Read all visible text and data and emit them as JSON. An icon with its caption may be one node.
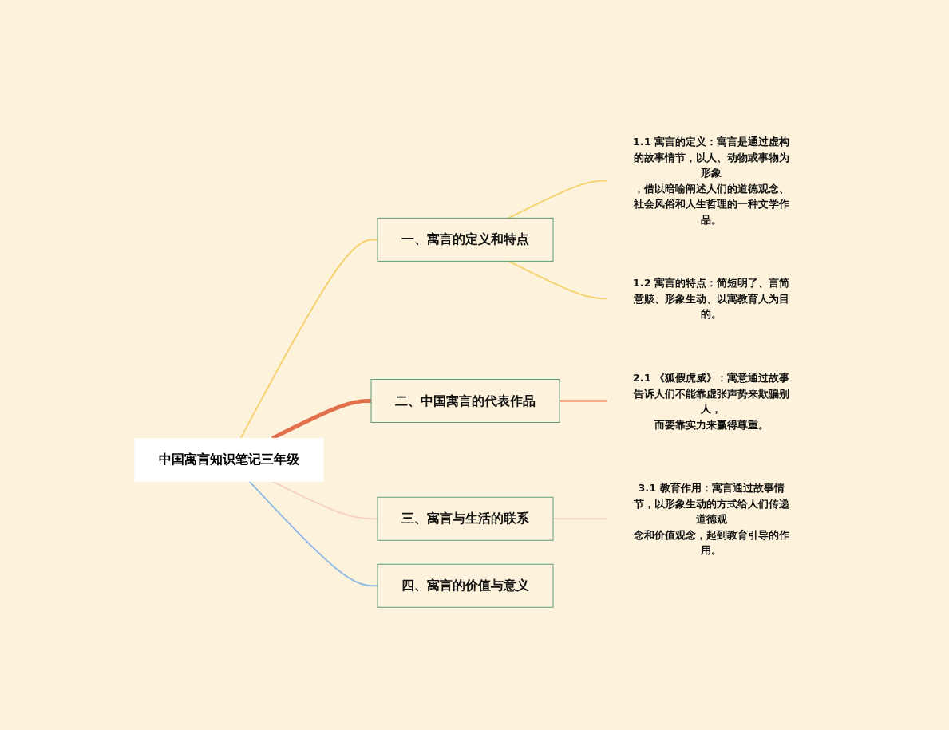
{
  "diagram": {
    "nodes": [
      {
        "text": [
          "中国寓言知识笔记三年级"
        ]
      },
      {
        "text": [
          "一、寓言的定义和特点"
        ]
      },
      {
        "text": [
          "二、中国寓言的代表作品"
        ]
      },
      {
        "text": [
          "三、寓言与生活的联系"
        ]
      },
      {
        "text": [
          "四、寓言的价值与意义"
        ]
      },
      {
        "text": [
          "1.1 寓言的定义：寓言是通过虚构的故事情节，以人、动物或事物为形象，借以暗喻阐述人们的道德观念、社会风俗和人生哲理的一种文学作品。"
        ]
      },
      {
        "text": [
          "1.2 寓言的特点：简短明了、言简意赅、形象生动、以寓教育人为目的。"
        ]
      },
      {
        "text": [
          "2.1 《狐假虎威》：寓意通过故事告诉人们不能靠虚张声势来欺骗别人，而要靠实力来赢得尊重。"
        ]
      },
      {
        "text": [
          "3.1 教育作用：寓言通过故事情节，以形象生动的方式给人们传递道德观念和价值观念，起到教育引导的作用。"
        ]
      }
    ],
    "edges": [
      {
        "from": 0,
        "to": 1,
        "arrow": "none",
        "color": "#f7d272"
      },
      {
        "from": 0,
        "to": 2,
        "arrow": "none",
        "style": "thick",
        "color": "#e2714b"
      },
      {
        "from": 0,
        "to": 3,
        "arrow": "none",
        "color": "#f6d3c4"
      },
      {
        "from": 0,
        "to": 4,
        "arrow": "none",
        "color": "#94bbe3"
      },
      {
        "from": 1,
        "to": 5,
        "arrow": "none",
        "color": "#f7d272"
      },
      {
        "from": 1,
        "to": 6,
        "arrow": "none",
        "color": "#f7d272"
      },
      {
        "from": 2,
        "to": 7,
        "arrow": "none",
        "color": "#e2714b"
      },
      {
        "from": 3,
        "to": 8,
        "arrow": "none",
        "color": "#f6d3c4"
      }
    ]
  }
}
